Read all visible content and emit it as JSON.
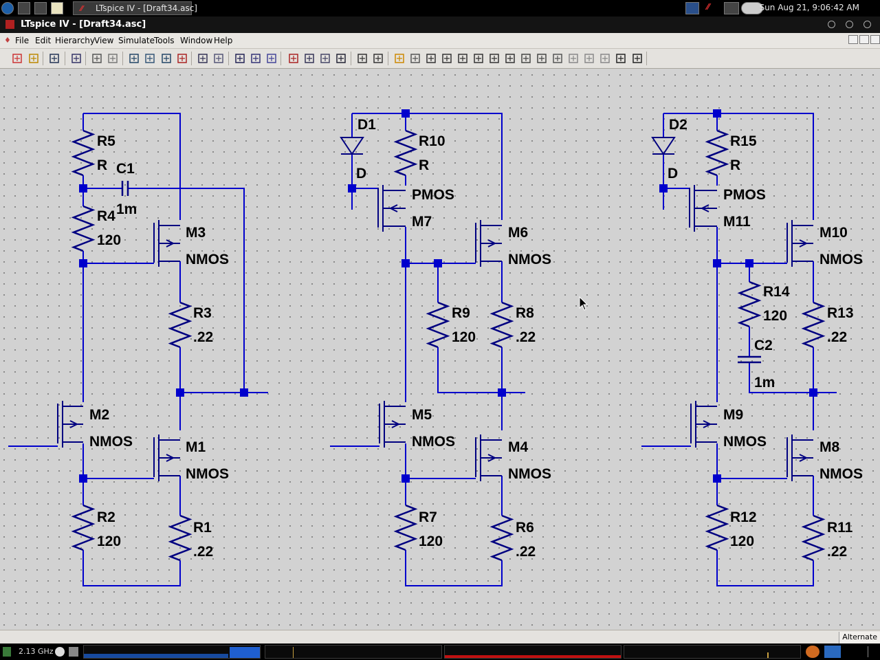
{
  "taskbar": {
    "window_title": "LTspice IV - [Draft34.asc]",
    "clock": "Sun Aug 21,  9:06:42 AM"
  },
  "app": {
    "title": "LTspice IV - [Draft34.asc]"
  },
  "menu": [
    "File",
    "Edit",
    "Hierarchy",
    "View",
    "Simulate",
    "Tools",
    "Window",
    "Help"
  ],
  "toolbar": {
    "icons": [
      "new-schematic-icon",
      "open-icon",
      "save-icon",
      "control-panel-icon",
      "run-icon",
      "pan-icon",
      "zoom-in-icon",
      "zoom-extents-icon",
      "zoom-out-icon",
      "cancel-zoom-icon",
      "autorange-icon",
      "grid-icon",
      "tile-icon",
      "cascade-icon",
      "arrange-icon",
      "cut-icon",
      "copy-icon",
      "paste-icon",
      "find-icon",
      "print-setup-icon",
      "print-icon",
      "wire-icon",
      "ground-icon",
      "label-net-icon",
      "resistor-icon",
      "capacitor-icon",
      "inductor-icon",
      "diode-icon",
      "component-icon",
      "move-icon",
      "drag-icon",
      "undo-icon",
      "redo-icon",
      "rotate-icon",
      "mirror-icon",
      "text-icon",
      "spice-directive-icon"
    ]
  },
  "schematic": {
    "labels": [
      {
        "id": "r5",
        "text": "R5"
      },
      {
        "id": "r5v",
        "text": "R"
      },
      {
        "id": "c1",
        "text": "C1"
      },
      {
        "id": "c1v",
        "text": "1m"
      },
      {
        "id": "r4",
        "text": "R4"
      },
      {
        "id": "r4v",
        "text": "120"
      },
      {
        "id": "m3",
        "text": "M3"
      },
      {
        "id": "m3v",
        "text": "NMOS"
      },
      {
        "id": "r3",
        "text": "R3"
      },
      {
        "id": "r3v",
        "text": ".22"
      },
      {
        "id": "m2",
        "text": "M2"
      },
      {
        "id": "m2v",
        "text": "NMOS"
      },
      {
        "id": "m1",
        "text": "M1"
      },
      {
        "id": "m1v",
        "text": "NMOS"
      },
      {
        "id": "r2",
        "text": "R2"
      },
      {
        "id": "r2v",
        "text": "120"
      },
      {
        "id": "r1",
        "text": "R1"
      },
      {
        "id": "r1v",
        "text": ".22"
      },
      {
        "id": "d1",
        "text": "D1"
      },
      {
        "id": "d1v",
        "text": "D"
      },
      {
        "id": "r10",
        "text": "R10"
      },
      {
        "id": "r10v",
        "text": "R"
      },
      {
        "id": "m7v",
        "text": "PMOS"
      },
      {
        "id": "m7",
        "text": "M7"
      },
      {
        "id": "m6",
        "text": "M6"
      },
      {
        "id": "m6v",
        "text": "NMOS"
      },
      {
        "id": "r9",
        "text": "R9"
      },
      {
        "id": "r9v",
        "text": "120"
      },
      {
        "id": "r8",
        "text": "R8"
      },
      {
        "id": "r8v",
        "text": ".22"
      },
      {
        "id": "m5",
        "text": "M5"
      },
      {
        "id": "m5v",
        "text": "NMOS"
      },
      {
        "id": "m4",
        "text": "M4"
      },
      {
        "id": "m4v",
        "text": "NMOS"
      },
      {
        "id": "r7",
        "text": "R7"
      },
      {
        "id": "r7v",
        "text": "120"
      },
      {
        "id": "r6",
        "text": "R6"
      },
      {
        "id": "r6v",
        "text": ".22"
      },
      {
        "id": "d2",
        "text": "D2"
      },
      {
        "id": "d2v",
        "text": "D"
      },
      {
        "id": "r15",
        "text": "R15"
      },
      {
        "id": "r15v",
        "text": "R"
      },
      {
        "id": "m11v",
        "text": "PMOS"
      },
      {
        "id": "m11",
        "text": "M11"
      },
      {
        "id": "m10",
        "text": "M10"
      },
      {
        "id": "m10v",
        "text": "NMOS"
      },
      {
        "id": "r14",
        "text": "R14"
      },
      {
        "id": "r14v",
        "text": "120"
      },
      {
        "id": "c2",
        "text": "C2"
      },
      {
        "id": "c2v",
        "text": "1m"
      },
      {
        "id": "r13",
        "text": "R13"
      },
      {
        "id": "r13v",
        "text": ".22"
      },
      {
        "id": "m9",
        "text": "M9"
      },
      {
        "id": "m9v",
        "text": "NMOS"
      },
      {
        "id": "m8",
        "text": "M8"
      },
      {
        "id": "m8v",
        "text": "NMOS"
      },
      {
        "id": "r12",
        "text": "R12"
      },
      {
        "id": "r12v",
        "text": "120"
      },
      {
        "id": "r11",
        "text": "R11"
      },
      {
        "id": "r11v",
        "text": ".22"
      }
    ]
  },
  "status": {
    "mode": "Alternate"
  },
  "bottombar": {
    "cpu_freq": "2.13 GHz"
  },
  "colors": {
    "wire": "#0000cc",
    "canvas": "#d2d2d2",
    "label": "#000000"
  }
}
